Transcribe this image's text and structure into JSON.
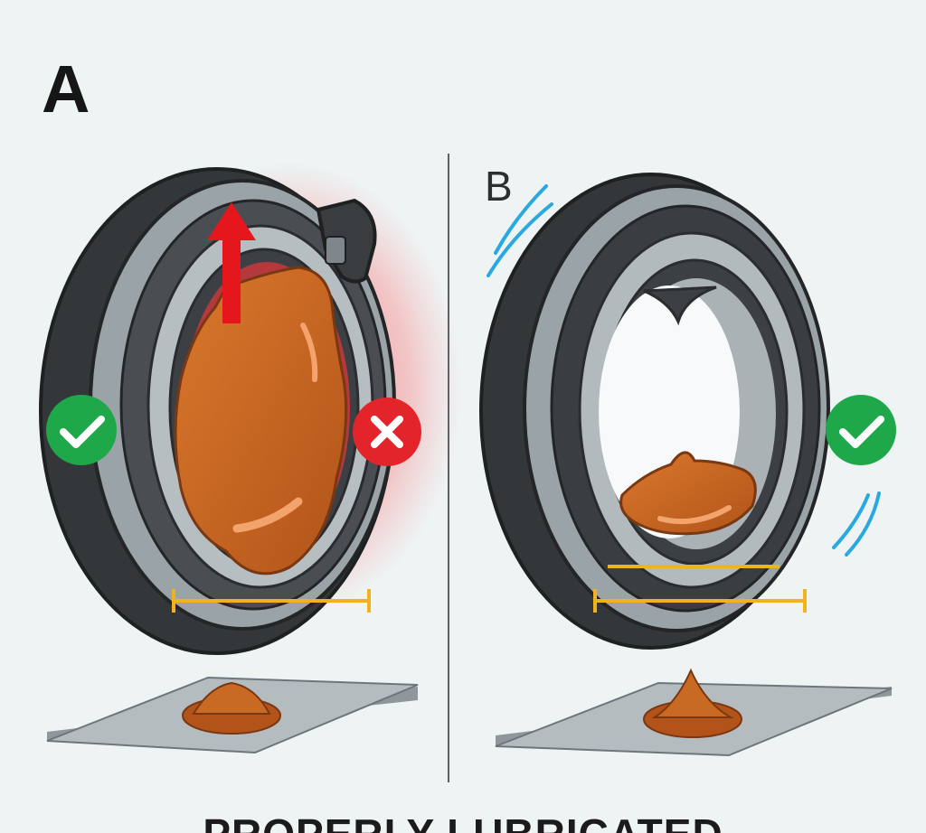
{
  "panels": {
    "a": {
      "label": "A"
    },
    "b": {
      "label": "B"
    }
  },
  "caption": "PROPERLY LUBRICATED",
  "icons": {
    "a_left": "check-icon",
    "a_right": "cross-icon",
    "b_right": "check-icon",
    "a_arrow": "up-arrow-icon"
  },
  "colors": {
    "grease": "#c4621a",
    "check": "#1fa84a",
    "cross": "#e3242b",
    "arrow": "#e5171c",
    "measure_line": "#f0b21e",
    "vibration": "#2aa8e0",
    "ring_outer": "#3a3d40",
    "ring_steel": "#a9b1b6"
  }
}
